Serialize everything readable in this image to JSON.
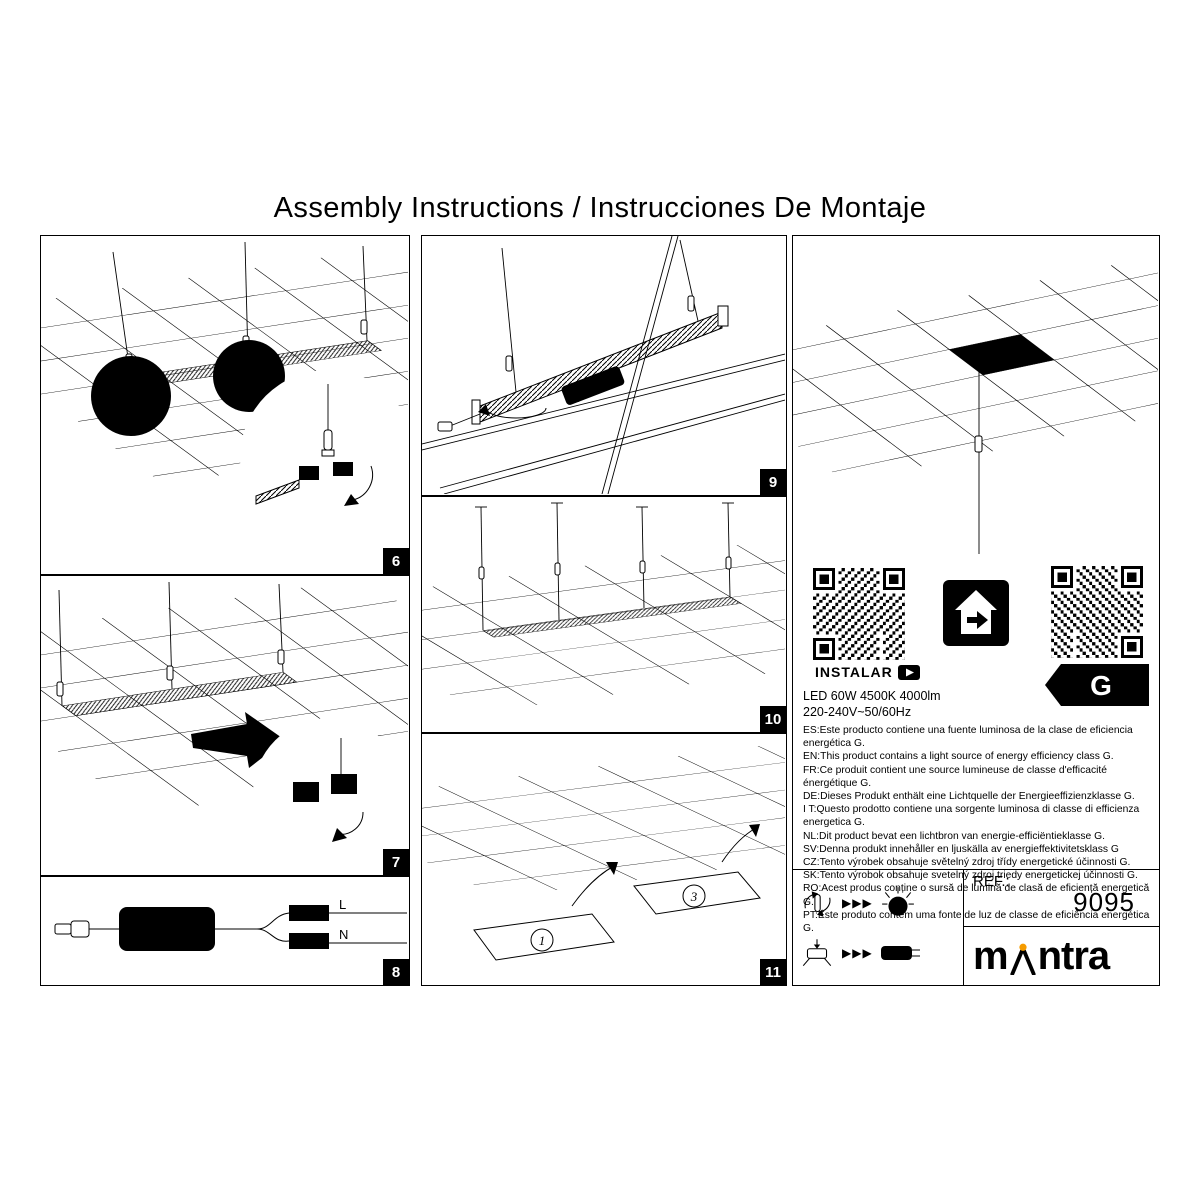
{
  "title": "Assembly Instructions / Instrucciones De Montaje",
  "panels": {
    "p6": {
      "number": "6"
    },
    "p7": {
      "number": "7"
    },
    "p8": {
      "number": "8",
      "terminals": {
        "live": "L",
        "neutral": "N"
      }
    },
    "p9": {
      "number": "9"
    },
    "p10": {
      "number": "10"
    },
    "p11": {
      "number": "11",
      "steps": [
        "1",
        "3"
      ]
    }
  },
  "info": {
    "instalar_label": "INSTALAR",
    "energy_class": "G",
    "specs": [
      "LED 60W 4500K 4000lm",
      "220-240V~50/60Hz"
    ],
    "languages": [
      "ES:Este producto contiene una fuente luminosa de la clase de eficiencia energética G.",
      "EN:This product contains a light source of energy efficiency class G.",
      "FR:Ce produit contient une source lumineuse de classe d'efficacité énergétique G.",
      "DE:Dieses Produkt enthält eine Lichtquelle der Energieeffizienzklasse G.",
      "I T:Questo prodotto contiene una sorgente luminosa di classe di efficienza energetica G.",
      "NL:Dit product bevat een lichtbron van energie-efficiëntieklasse G.",
      "SV:Denna produkt innehåller en ljuskälla av energieffektivitetsklass G",
      "CZ:Tento výrobek obsahuje světelný zdroj třídy energetické účinnosti G.",
      "SK:Tento výrobok obsahuje svetelný zdroj triedy energetickej účinnosti G.",
      "RO:Acest produs conține o sursă de lumină de clasă de eficiență energetică G.",
      "PT:Este produto contém uma fonte de luz de classe de eficiência energética G."
    ],
    "ref_label": "REF.:",
    "ref_value": "9095",
    "brand_pre": "m",
    "brand_post": "ntra",
    "icons": {
      "forward_arrows": "▶▶▶",
      "led_label": "LED"
    },
    "colors": {
      "brand_dot": "#F59B00"
    }
  }
}
